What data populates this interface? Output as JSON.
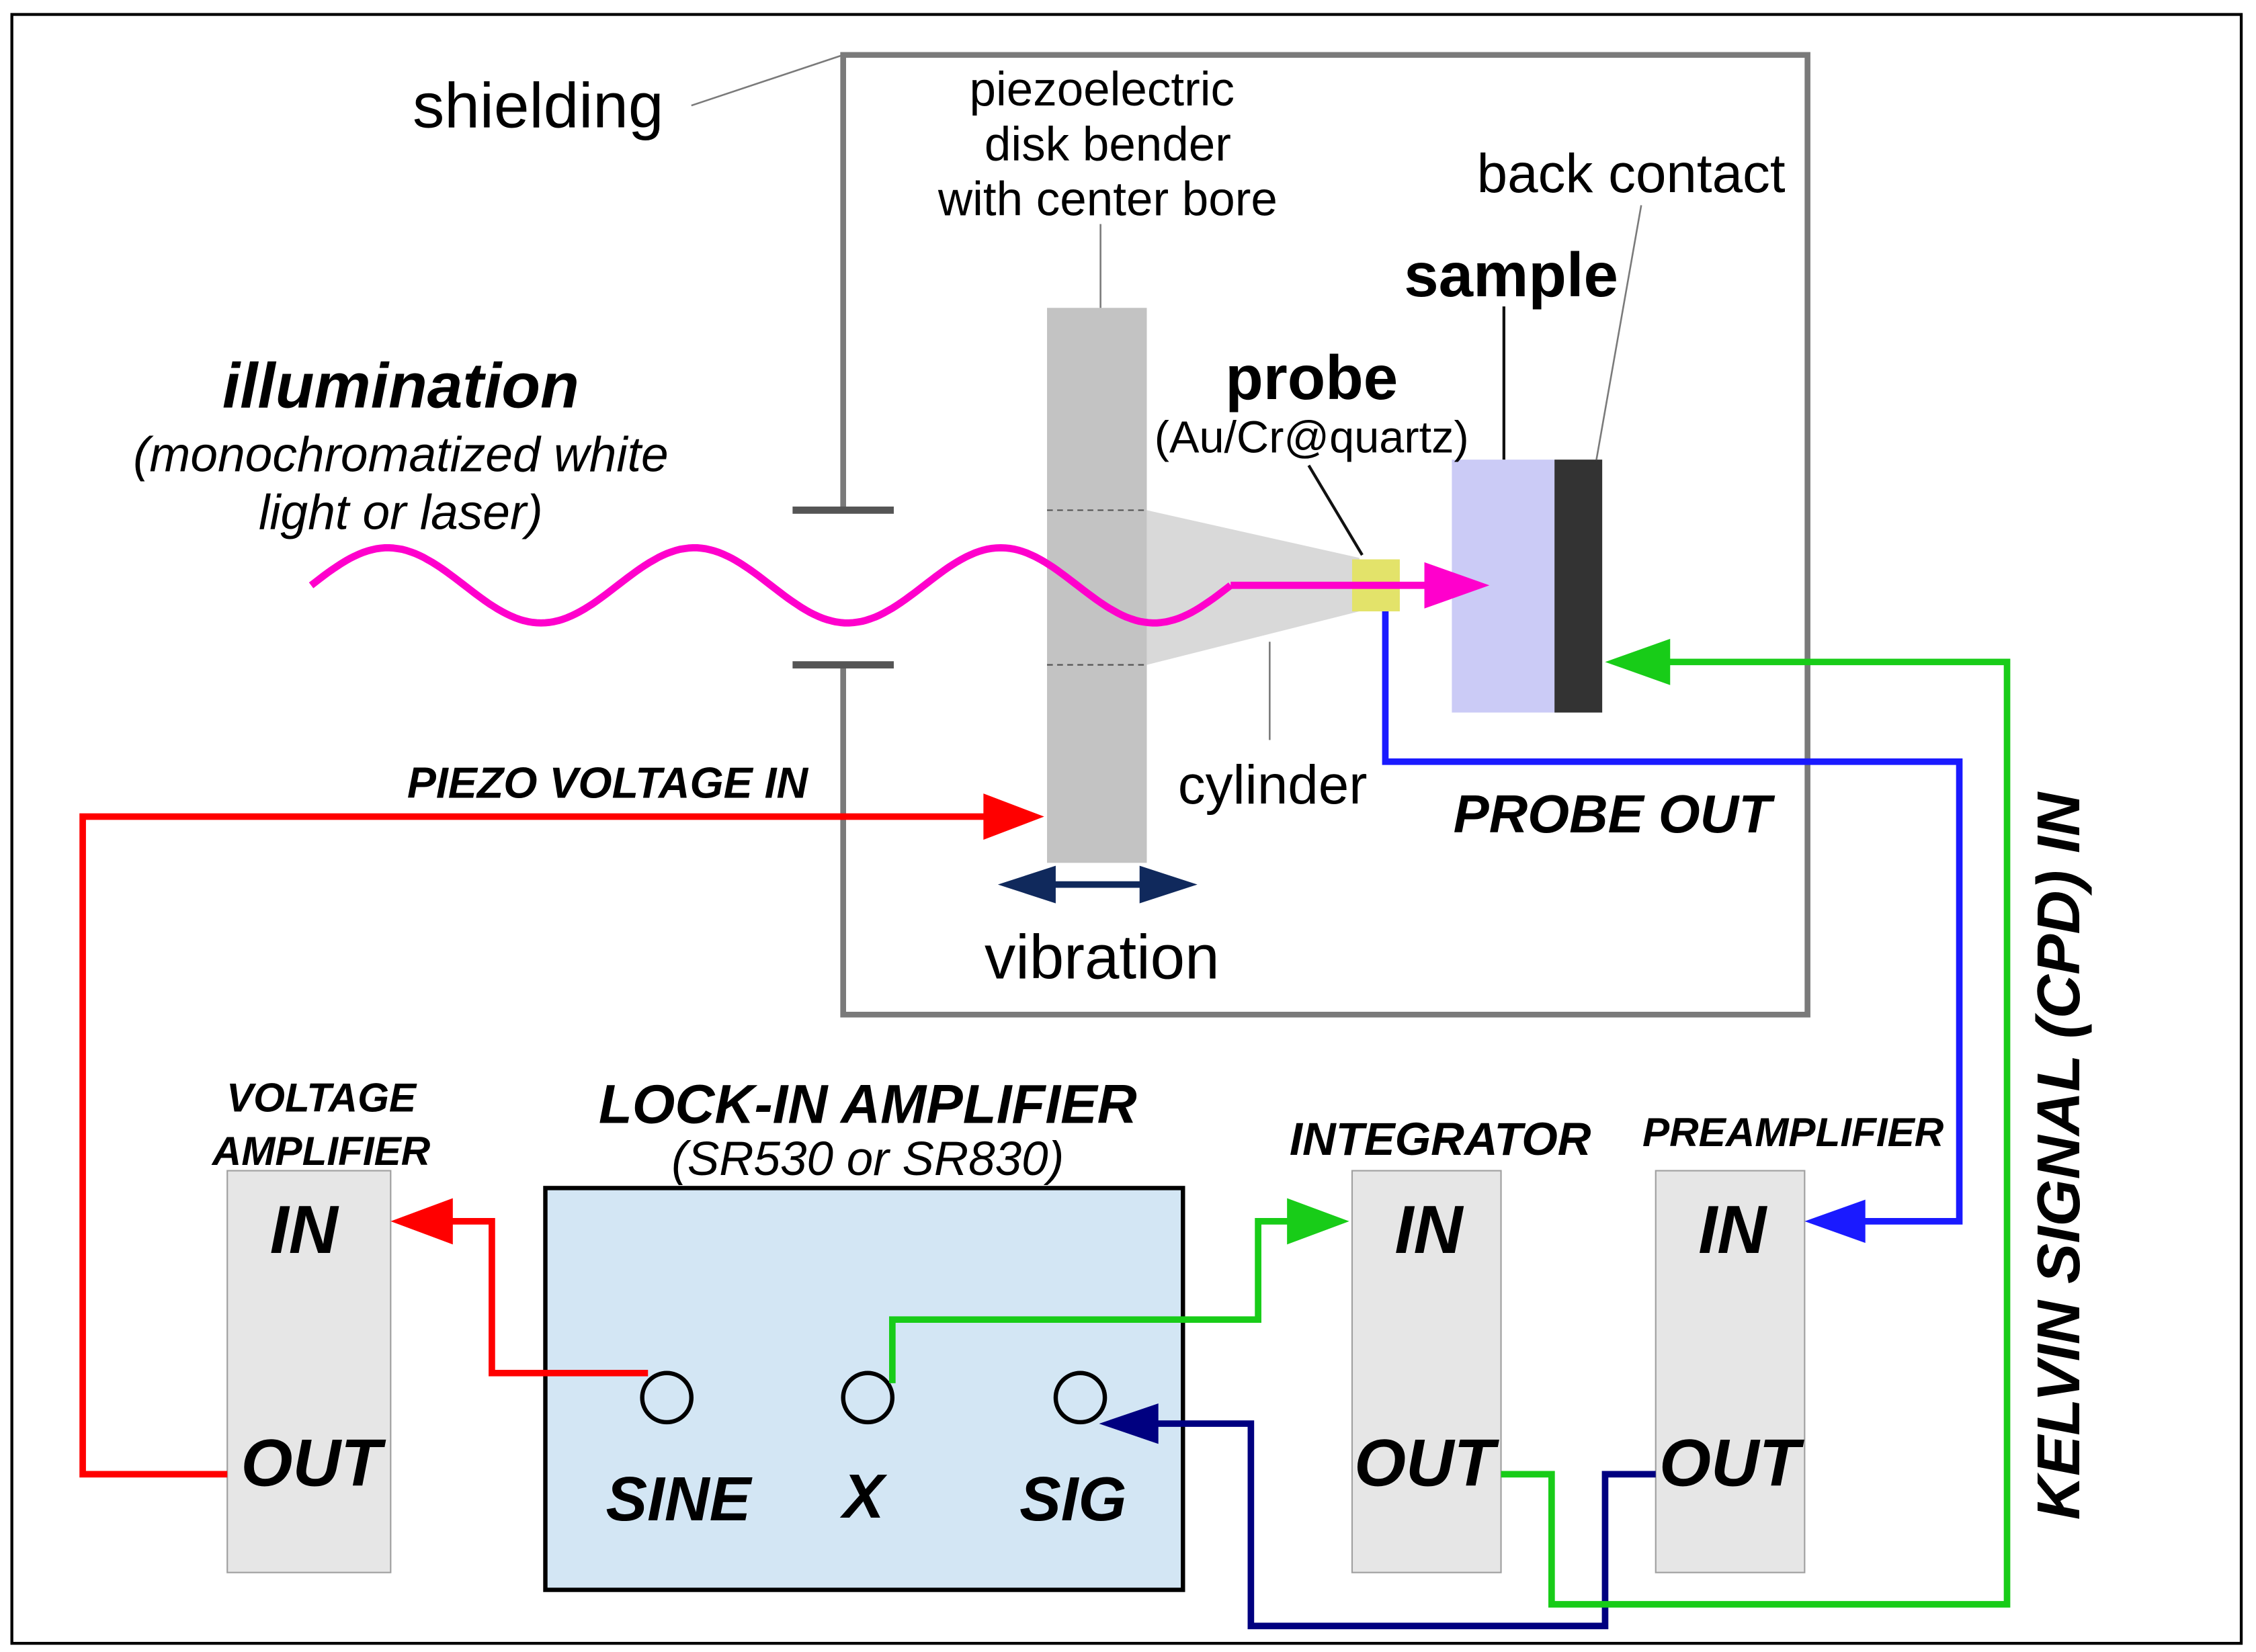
{
  "diagram": {
    "shielding": {
      "label": "shielding"
    },
    "disk_bender": {
      "label_lines": [
        "piezoelectric",
        "disk bender",
        "with center bore"
      ]
    },
    "back_contact": {
      "label": "back contact"
    },
    "sample": {
      "label": "sample"
    },
    "probe": {
      "label": "probe",
      "detail": "(Au/Cr@quartz)"
    },
    "illumination": {
      "label": "illumination",
      "detail_lines": [
        "(monochromatized white",
        "light or laser)"
      ]
    },
    "cylinder": {
      "label": "cylinder"
    },
    "vibration": {
      "label": "vibration"
    },
    "signals": {
      "piezo_voltage_in": "PIEZO VOLTAGE IN",
      "probe_out": "PROBE OUT",
      "kelvin_signal_in": "KELVIN SIGNAL (CPD) IN"
    },
    "lock_in_amplifier": {
      "title": "LOCK-IN AMPLIFIER",
      "model": "(SR530 or SR830)",
      "ports": [
        "SINE",
        "X",
        "SIG"
      ]
    },
    "voltage_amplifier": {
      "title_lines": [
        "VOLTAGE",
        "AMPLIFIER"
      ],
      "input": "IN",
      "output": "OUT"
    },
    "integrator": {
      "title": "INTEGRATOR",
      "input": "IN",
      "output": "OUT"
    },
    "preamplifier": {
      "title": "PREAMPLIFIER",
      "input": "IN",
      "output": "OUT"
    }
  },
  "colors": {
    "illumination": "#ff00cc",
    "piezo_voltage": "#ff0000",
    "probe_out": "#1a1aff",
    "kelvin_signal": "#18cc18",
    "sig_wire": "#000080",
    "vibration": "#10295c",
    "shielding": "#7a7a7a",
    "aperture": "#555555",
    "disk_bender": "#c3c3c3",
    "cylinder": "#d9d9d9",
    "probe": "#e3e36a",
    "sample": "#cbcbf6",
    "back_contact": "#333333",
    "lock_in_fill": "#d3e6f4",
    "module_fill": "#e6e6e6"
  }
}
